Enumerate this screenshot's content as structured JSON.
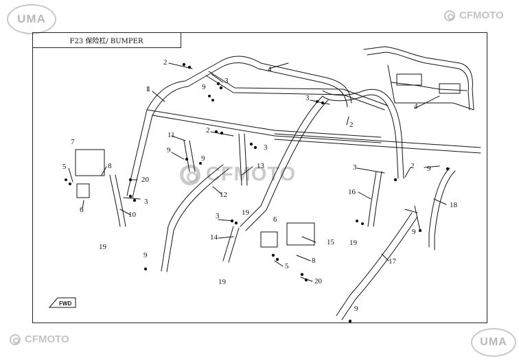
{
  "header": {
    "left_logo_text": "UMA",
    "right_logo_text": "CFMOTO"
  },
  "footer": {
    "left_logo_text": "CFMOTO",
    "right_logo_text": "UMA"
  },
  "diagram": {
    "title": "F23 保险杠/ BUMPER",
    "watermark_text": "CFMOTO",
    "direction_marker": "FWD",
    "callouts": [
      "1",
      "2",
      "3",
      "4",
      "5",
      "6",
      "7",
      "8",
      "9",
      "10",
      "11",
      "12",
      "13",
      "14",
      "15",
      "16",
      "17",
      "18",
      "19",
      "20"
    ]
  }
}
